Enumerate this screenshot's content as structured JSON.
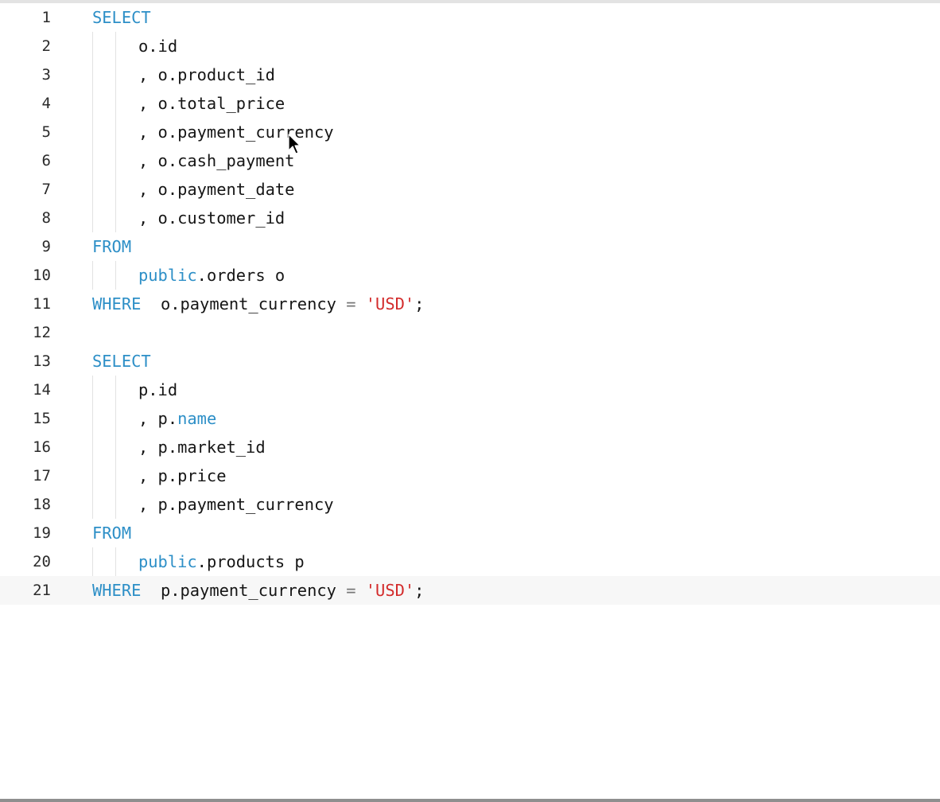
{
  "editor": {
    "lines": [
      {
        "number": "1",
        "tokens": [
          {
            "text": "SELECT",
            "kind": "kw"
          }
        ]
      },
      {
        "number": "2",
        "indent": 1,
        "tokens": [
          {
            "text": "o.id",
            "kind": "id"
          }
        ]
      },
      {
        "number": "3",
        "indent": 1,
        "tokens": [
          {
            "text": ", o.product_id",
            "kind": "id"
          }
        ]
      },
      {
        "number": "4",
        "indent": 1,
        "tokens": [
          {
            "text": ", o.total_price",
            "kind": "id"
          }
        ]
      },
      {
        "number": "5",
        "indent": 1,
        "tokens": [
          {
            "text": ", o.payment_currency",
            "kind": "id"
          }
        ]
      },
      {
        "number": "6",
        "indent": 1,
        "tokens": [
          {
            "text": ", o.cash_payment",
            "kind": "id"
          }
        ]
      },
      {
        "number": "7",
        "indent": 1,
        "tokens": [
          {
            "text": ", o.payment_date",
            "kind": "id"
          }
        ]
      },
      {
        "number": "8",
        "indent": 1,
        "tokens": [
          {
            "text": ", o.customer_id",
            "kind": "id"
          }
        ]
      },
      {
        "number": "9",
        "tokens": [
          {
            "text": "FROM",
            "kind": "kw"
          }
        ]
      },
      {
        "number": "10",
        "indent": 1,
        "tokens": [
          {
            "text": "public",
            "kind": "kw"
          },
          {
            "text": ".orders o",
            "kind": "id"
          }
        ]
      },
      {
        "number": "11",
        "tokens": [
          {
            "text": "WHERE",
            "kind": "kw"
          },
          {
            "text": "  o.payment_currency ",
            "kind": "id"
          },
          {
            "text": "=",
            "kind": "op"
          },
          {
            "text": " ",
            "kind": "id"
          },
          {
            "text": "'USD'",
            "kind": "str"
          },
          {
            "text": ";",
            "kind": "id"
          }
        ]
      },
      {
        "number": "12",
        "tokens": []
      },
      {
        "number": "13",
        "tokens": [
          {
            "text": "SELECT",
            "kind": "kw"
          }
        ]
      },
      {
        "number": "14",
        "indent": 1,
        "tokens": [
          {
            "text": "p.id",
            "kind": "id"
          }
        ]
      },
      {
        "number": "15",
        "indent": 1,
        "tokens": [
          {
            "text": ", p.",
            "kind": "id"
          },
          {
            "text": "name",
            "kind": "kw"
          }
        ]
      },
      {
        "number": "16",
        "indent": 1,
        "tokens": [
          {
            "text": ", p.market_id",
            "kind": "id"
          }
        ]
      },
      {
        "number": "17",
        "indent": 1,
        "tokens": [
          {
            "text": ", p.price",
            "kind": "id"
          }
        ]
      },
      {
        "number": "18",
        "indent": 1,
        "tokens": [
          {
            "text": ", p.payment_currency",
            "kind": "id"
          }
        ]
      },
      {
        "number": "19",
        "tokens": [
          {
            "text": "FROM",
            "kind": "kw"
          }
        ]
      },
      {
        "number": "20",
        "indent": 1,
        "tokens": [
          {
            "text": "public",
            "kind": "kw"
          },
          {
            "text": ".products p",
            "kind": "id"
          }
        ]
      },
      {
        "number": "21",
        "current": true,
        "tokens": [
          {
            "text": "WHERE",
            "kind": "kw"
          },
          {
            "text": "  p.payment_currency ",
            "kind": "id"
          },
          {
            "text": "=",
            "kind": "op"
          },
          {
            "text": " ",
            "kind": "id"
          },
          {
            "text": "'USD'",
            "kind": "str"
          },
          {
            "text": ";",
            "kind": "id"
          }
        ]
      }
    ]
  },
  "colors": {
    "keyword": "#2d8fc7",
    "identifier": "#161616",
    "string": "#d32b2b",
    "operator": "#777777",
    "line_number": "#2b2b2b",
    "indent_guide": "#e2e2e2",
    "current_line": "#f7f7f7"
  },
  "icons": {
    "cursor": "mouse-pointer-icon"
  }
}
